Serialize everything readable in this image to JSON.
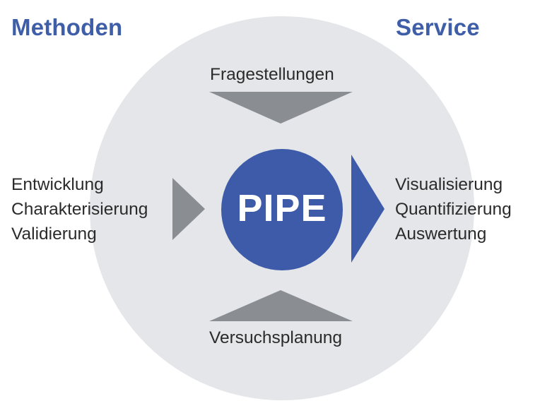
{
  "headings": {
    "left": "Methoden",
    "right": "Service"
  },
  "top_label": "Fragestellungen",
  "bottom_label": "Versuchsplanung",
  "center_label": "PIPE",
  "left_items": [
    "Entwicklung",
    "Charakterisierung",
    "Validierung"
  ],
  "right_items": [
    "Visualisierung",
    "Quantifizierung",
    "Auswertung"
  ],
  "colors": {
    "brand_blue": "#3d5ba8",
    "heading_blue": "#3f5ea8",
    "arrow_gray": "#8a8d92",
    "circle_bg": "#e4e6e9",
    "text": "#2b2b2b"
  }
}
